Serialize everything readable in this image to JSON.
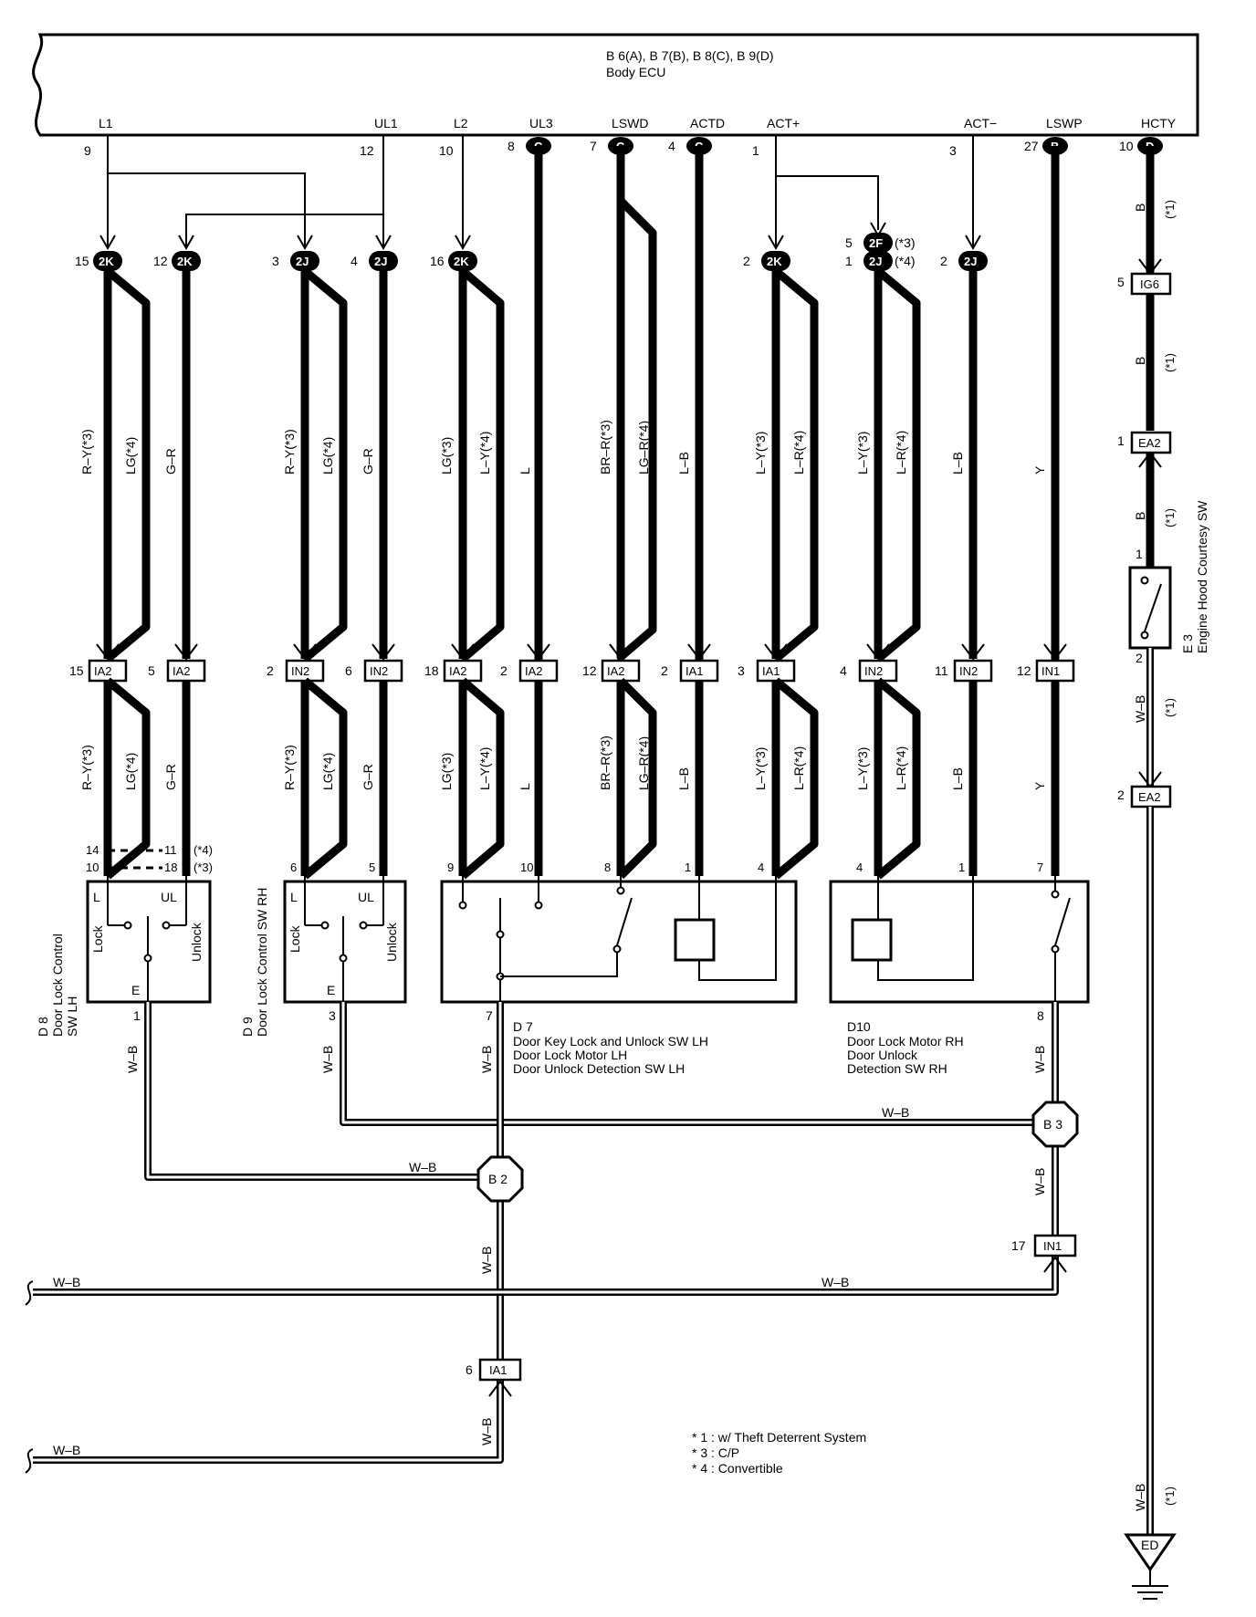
{
  "ecu": {
    "codes": "B 6(A), B 7(B), B 8(C), B 9(D)",
    "name": "Body ECU",
    "terminals": [
      {
        "label": "L1",
        "pin": "9",
        "conn": ""
      },
      {
        "label": "UL1",
        "pin": "12",
        "conn": ""
      },
      {
        "label": "L2",
        "pin": "10",
        "conn": ""
      },
      {
        "label": "UL3",
        "pin": "8",
        "conn": "C"
      },
      {
        "label": "LSWD",
        "pin": "7",
        "conn": "C"
      },
      {
        "label": "ACTD",
        "pin": "4",
        "conn": "C"
      },
      {
        "label": "ACT+",
        "pin": "1",
        "conn": ""
      },
      {
        "label": "ACT−",
        "pin": "3",
        "conn": ""
      },
      {
        "label": "LSWP",
        "pin": "27",
        "conn": "B"
      },
      {
        "label": "HCTY",
        "pin": "10",
        "conn": "D"
      }
    ]
  },
  "upper_connectors": [
    {
      "pin": "15",
      "id": "2K"
    },
    {
      "pin": "12",
      "id": "2K"
    },
    {
      "pin": "3",
      "id": "2J"
    },
    {
      "pin": "4",
      "id": "2J"
    },
    {
      "pin": "16",
      "id": "2K"
    },
    {
      "pin": "2",
      "id": "2K"
    },
    {
      "pin": "5",
      "id": "2F",
      "note": "(*3)"
    },
    {
      "pin": "1",
      "id": "2J",
      "note": "(*4)"
    },
    {
      "pin": "2",
      "id": "2J"
    }
  ],
  "wire_colors_upper": [
    "R–Y(*3)",
    "LG(*4)",
    "G–R",
    "R–Y(*3)",
    "LG(*4)",
    "G–R",
    "LG(*3)",
    "L–Y(*4)",
    "L",
    "BR–R(*3)",
    "LG–R(*4)",
    "L–B",
    "L–Y(*3)",
    "L–R(*4)",
    "L–Y(*3)",
    "L–R(*4)",
    "L–B",
    "Y"
  ],
  "wire_colors_lower": [
    "R–Y(*3)",
    "LG(*4)",
    "G–R",
    "R–Y(*3)",
    "LG(*4)",
    "G–R",
    "LG(*3)",
    "L–Y(*4)",
    "L",
    "BR–R(*3)",
    "LG–R(*4)",
    "L–B",
    "L–Y(*3)",
    "L–R(*4)",
    "L–Y(*3)",
    "L–R(*4)",
    "L–B",
    "Y"
  ],
  "mid_connectors": [
    {
      "pin": "15",
      "id": "IA2"
    },
    {
      "pin": "5",
      "id": "IA2"
    },
    {
      "pin": "2",
      "id": "IN2"
    },
    {
      "pin": "6",
      "id": "IN2"
    },
    {
      "pin": "18",
      "id": "IA2"
    },
    {
      "pin": "2",
      "id": "IA2"
    },
    {
      "pin": "12",
      "id": "IA2"
    },
    {
      "pin": "2",
      "id": "IA1"
    },
    {
      "pin": "3",
      "id": "IA1"
    },
    {
      "pin": "4",
      "id": "IN2"
    },
    {
      "pin": "11",
      "id": "IN2"
    },
    {
      "pin": "12",
      "id": "IN1"
    }
  ],
  "hcty": {
    "wire_b": "B",
    "star1": "(*1)",
    "ig6_pin": "5",
    "ig6": "IG6",
    "ea2_pin_top": "1",
    "ea2": "EA2",
    "wb": "W–B",
    "ea2_pin_bottom": "2",
    "sw_pin_1": "1",
    "sw_pin_2": "2",
    "sw_code": "E 3",
    "sw_name": "Engine Hood Courtesy SW",
    "ground": "ED"
  },
  "d8": {
    "pin_14": "14",
    "pin_10": "10",
    "alt_11": "11",
    "alt_18": "18",
    "note4": "(*4)",
    "note3": "(*3)",
    "L": "L",
    "UL": "UL",
    "lock": "Lock",
    "unlock": "Unlock",
    "E": "E",
    "pin_e": "1",
    "code": "D 8",
    "name1": "Door Lock Control",
    "name2": "SW LH"
  },
  "d9": {
    "pin_6": "6",
    "pin_5": "5",
    "L": "L",
    "UL": "UL",
    "lock": "Lock",
    "unlock": "Unlock",
    "E": "E",
    "pin_e": "3",
    "code": "D 9",
    "name": "Door Lock Control SW RH"
  },
  "d7": {
    "pin_9": "9",
    "pin_10": "10",
    "pin_8": "8",
    "pin_1": "1",
    "pin_4": "4",
    "pin_7": "7",
    "code": "D 7",
    "line1": "Door Key Lock and Unlock SW LH",
    "line2": "Door Lock Motor LH",
    "line3": "Door Unlock Detection SW LH"
  },
  "d10": {
    "pin_4": "4",
    "pin_1": "1",
    "pin_7": "7",
    "pin_8": "8",
    "code": "D10",
    "line1": "Door Lock Motor RH",
    "line2": "Door Unlock",
    "line3": "Detection SW RH"
  },
  "ground": {
    "wb": "W–B",
    "b2": "B 2",
    "b3": "B 3",
    "in1_pin": "17",
    "in1": "IN1",
    "ia1_pin": "6",
    "ia1": "IA1"
  },
  "notes": [
    "* 1 : w/ Theft Deterrent System",
    "* 3 : C/P",
    "* 4 : Convertible"
  ]
}
